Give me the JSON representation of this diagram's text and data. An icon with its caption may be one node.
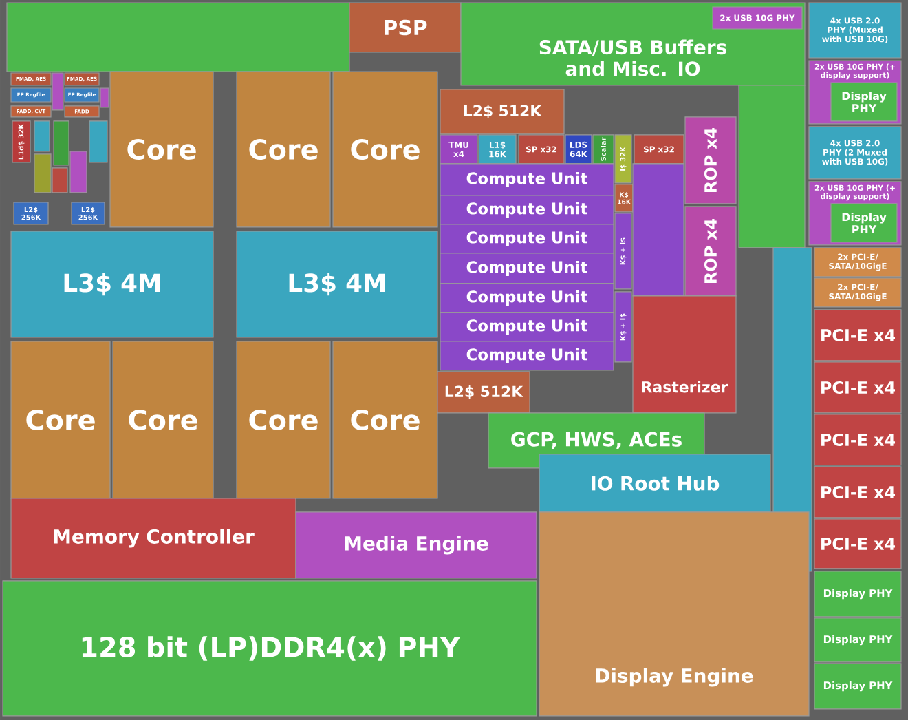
{
  "diagram": {
    "nodes": [
      {
        "text": [],
        "shape": "box"
      },
      {
        "text": [
          "PSP"
        ]
      },
      {
        "text": [
          "SATA/USB Buffers and Misc. IO"
        ]
      },
      {
        "text": [
          "2x USB 10G PHY"
        ],
        "in": 2
      },
      {
        "text": [
          "4x USB 2.0 PHY (Muxed with USB 10G)"
        ]
      },
      {
        "text": [
          "2x USB 10G PHY (+ display support)"
        ]
      },
      {
        "text": [
          "Display PHY"
        ],
        "in": 5
      },
      {
        "text": [
          "4x USB 2.0 PHY (2 Muxed with USB 10G)"
        ]
      },
      {
        "text": [
          "2x USB 10G PHY (+ display support)"
        ]
      },
      {
        "text": [
          "Display PHY"
        ],
        "in": 8
      },
      {
        "text": [
          "FMAD, AES"
        ]
      },
      {
        "text": [
          "FMAD, AES"
        ]
      },
      {
        "text": [],
        "shape": "box"
      },
      {
        "text": [
          "FP Regfile"
        ]
      },
      {
        "text": [
          "FP Regfile"
        ]
      },
      {
        "text": [],
        "shape": "box"
      },
      {
        "text": [
          "FADD, CVT"
        ]
      },
      {
        "text": [
          "FADD"
        ]
      },
      {
        "text": [
          "L1d$ 32K"
        ]
      },
      {
        "text": [],
        "shape": "box"
      },
      {
        "text": [],
        "shape": "box"
      },
      {
        "text": [],
        "shape": "box"
      },
      {
        "text": [],
        "shape": "box"
      },
      {
        "text": [],
        "shape": "box"
      },
      {
        "text": [],
        "shape": "box"
      },
      {
        "text": [
          "L2$ 256K"
        ]
      },
      {
        "text": [
          "L2$ 256K"
        ]
      },
      {
        "text": [
          "Core"
        ]
      },
      {
        "text": [
          "Core"
        ]
      },
      {
        "text": [
          "Core"
        ]
      },
      {
        "text": [
          "L3$ 4M"
        ]
      },
      {
        "text": [
          "L3$ 4M"
        ]
      },
      {
        "text": [
          "Core"
        ]
      },
      {
        "text": [
          "Core"
        ]
      },
      {
        "text": [
          "Core"
        ]
      },
      {
        "text": [
          "Core"
        ]
      },
      {
        "text": [
          "L2$ 512K"
        ]
      },
      {
        "text": [
          "TMU x4"
        ]
      },
      {
        "text": [
          "L1$ 16K"
        ]
      },
      {
        "text": [
          "SP x32"
        ]
      },
      {
        "text": [
          "LDS 64K"
        ]
      },
      {
        "text": [
          "Scalar"
        ]
      },
      {
        "text": [
          "I$ 32K"
        ]
      },
      {
        "text": [
          "SP x32"
        ]
      },
      {
        "text": [
          "K$ 16K"
        ]
      },
      {
        "text": [
          "K$ + I$"
        ]
      },
      {
        "text": [
          "K$ + I$"
        ]
      },
      {
        "text": [
          "Compute Unit"
        ]
      },
      {
        "text": [
          "Compute Unit"
        ]
      },
      {
        "text": [
          "Compute Unit"
        ]
      },
      {
        "text": [
          "Compute Unit"
        ]
      },
      {
        "text": [
          "Compute Unit"
        ]
      },
      {
        "text": [
          "Compute Unit"
        ]
      },
      {
        "text": [
          "Compute Unit"
        ]
      },
      {
        "text": [],
        "shape": "box"
      },
      {
        "text": [
          "ROP x4"
        ]
      },
      {
        "text": [
          "ROP x4"
        ]
      },
      {
        "text": [
          "Rasterizer"
        ]
      },
      {
        "text": [
          "L2$ 512K"
        ]
      },
      {
        "text": [
          "GCP, HWS, ACEs"
        ]
      },
      {
        "text": [],
        "shape": "box"
      },
      {
        "text": [
          "2x PCI-E/ SATA/10GigE"
        ]
      },
      {
        "text": [
          "2x PCI-E/ SATA/10GigE"
        ]
      },
      {
        "text": [
          "PCI-E x4"
        ]
      },
      {
        "text": [
          "PCI-E x4"
        ]
      },
      {
        "text": [
          "PCI-E x4"
        ]
      },
      {
        "text": [
          "PCI-E x4"
        ]
      },
      {
        "text": [
          "PCI-E x4"
        ]
      },
      {
        "text": [],
        "shape": "box"
      },
      {
        "text": [
          "IO Root Hub"
        ]
      },
      {
        "text": [
          "Memory Controller"
        ]
      },
      {
        "text": [
          "Media Engine"
        ]
      },
      {
        "text": [
          "128 bit (LP)DDR4(x) PHY"
        ]
      },
      {
        "text": [
          "Display Engine"
        ]
      },
      {
        "text": [
          "Display PHY"
        ]
      },
      {
        "text": [
          "Display PHY"
        ]
      },
      {
        "text": [
          "Display PHY"
        ]
      }
    ]
  }
}
